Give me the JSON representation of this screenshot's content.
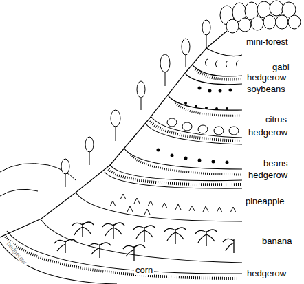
{
  "diagram": {
    "labels": [
      "mini-forest",
      "gabi",
      "hedgerow",
      "soybeans",
      "citrus",
      "hedgerow",
      "beans",
      "hedgerow",
      "pineapple",
      "banana",
      "hedgerow",
      "corn",
      "hedgerow"
    ]
  }
}
